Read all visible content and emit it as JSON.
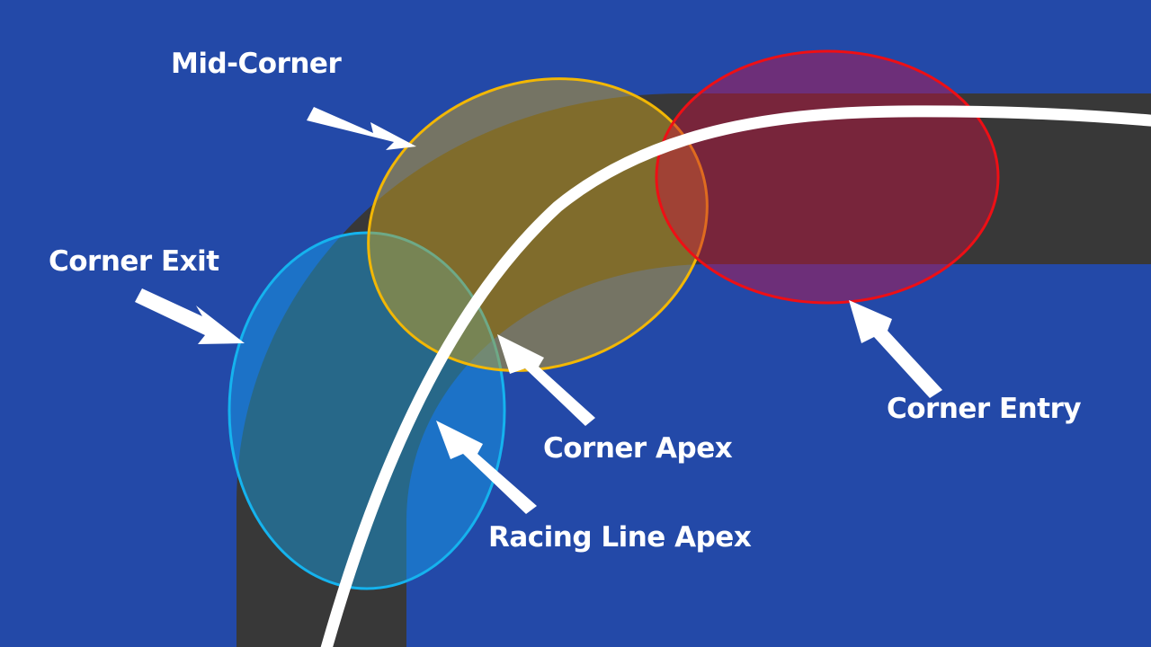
{
  "title": "Racing corner phases diagram",
  "colors": {
    "background": "#2349a8",
    "road": "#383838",
    "racing_line": "#ffffff",
    "corner_entry": "#e8101a",
    "mid_corner": "#f2b705",
    "corner_exit": "#15b3ee",
    "arrow": "#ffffff"
  },
  "labels": {
    "mid_corner": "Mid-Corner",
    "corner_exit": "Corner Exit",
    "corner_entry": "Corner Entry",
    "corner_apex": "Corner Apex",
    "racing_line_apex": "Racing Line Apex"
  },
  "zones": [
    {
      "id": "corner_entry",
      "label": "Corner Entry",
      "color": "#e8101a"
    },
    {
      "id": "mid_corner",
      "label": "Mid-Corner",
      "color": "#f2b705"
    },
    {
      "id": "corner_exit",
      "label": "Corner Exit",
      "color": "#15b3ee"
    }
  ]
}
